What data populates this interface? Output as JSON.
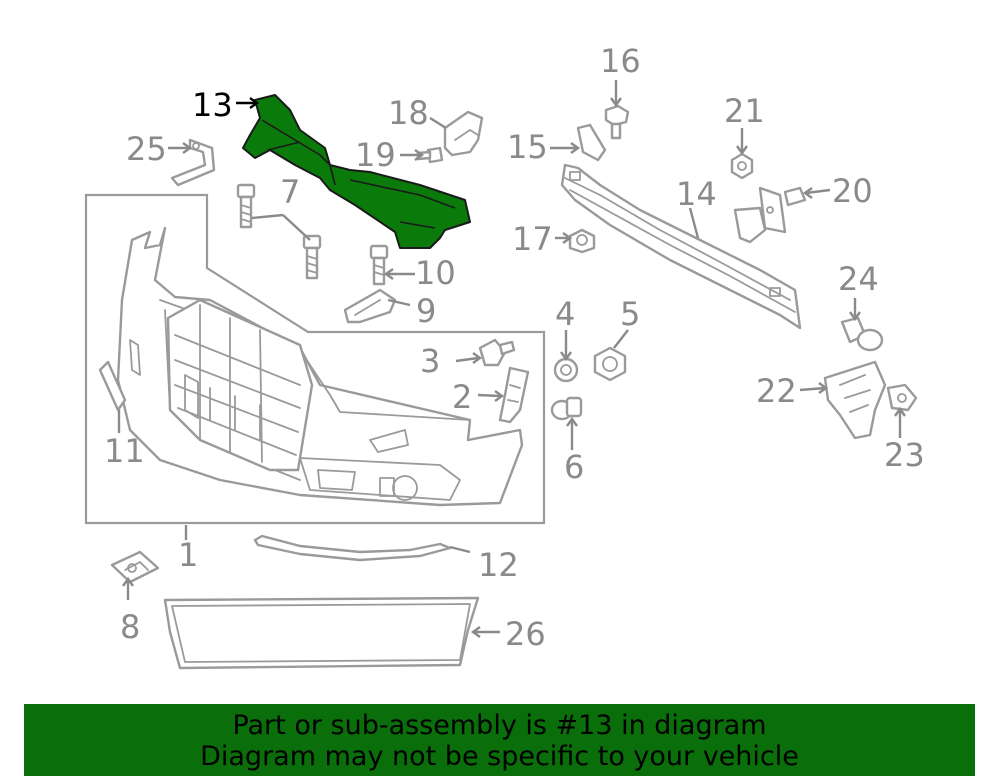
{
  "labels": {
    "p1": "1",
    "p2": "2",
    "p3": "3",
    "p4": "4",
    "p5": "5",
    "p6": "6",
    "p7": "7",
    "p8": "8",
    "p9": "9",
    "p10": "10",
    "p11": "11",
    "p12": "12",
    "p13": "13",
    "p14": "14",
    "p15": "15",
    "p16": "16",
    "p17": "17",
    "p18": "18",
    "p19": "19",
    "p20": "20",
    "p21": "21",
    "p22": "22",
    "p23": "23",
    "p24": "24",
    "p25": "25",
    "p26": "26"
  },
  "highlighted_part": "13",
  "highlight_color": "#0a7a0a",
  "banner": {
    "line1": "Part or sub-assembly is #13 in diagram",
    "line2": "Diagram may not be specific to your vehicle",
    "background": "#0a6e0a"
  }
}
